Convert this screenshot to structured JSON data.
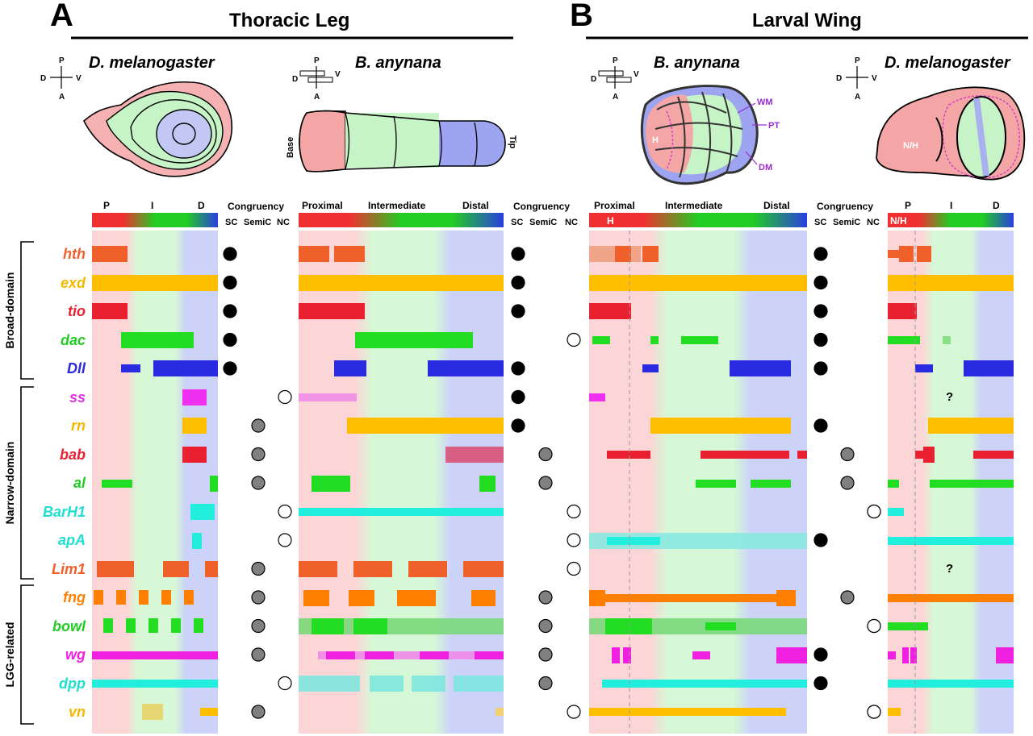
{
  "panels": {
    "A": {
      "letter": "A",
      "title": "Thoracic Leg"
    },
    "B": {
      "letter": "B",
      "title": "Larval Wing"
    }
  },
  "species": {
    "dmel": "D. melanogaster",
    "bany": "B. anynana"
  },
  "orientation": {
    "p": "P",
    "a": "A",
    "d": "D",
    "v": "V"
  },
  "leg_labels": {
    "base": "Base",
    "tip": "Tip"
  },
  "wing_labels": {
    "wm": "WM",
    "pt": "PT",
    "dm": "DM",
    "h": "H",
    "nh": "N/H"
  },
  "headers": {
    "short": {
      "p": "P",
      "i": "I",
      "d": "D"
    },
    "long": {
      "proximal": "Proximal",
      "intermediate": "Intermediate",
      "distal": "Distal"
    },
    "wing_h": "H",
    "wing_nh": "N/H"
  },
  "congruency": {
    "title": "Congruency",
    "sc": "SC",
    "semic": "SemiC",
    "nc": "NC"
  },
  "groups": [
    "Broad-domain",
    "Narrow-domain",
    "LGG-related"
  ],
  "question_mark": "?",
  "colors": {
    "proximal": "#f03030",
    "intermediate": "#22cc22",
    "distal": "#2a3ee0",
    "hth": "#f0602a",
    "exd": "#ffbf00",
    "tio": "#e82030",
    "dac": "#22dd22",
    "Dll": "#2a2ae0",
    "ss": "#f030f0",
    "rn": "#ffbf00",
    "bab": "#e82030",
    "al": "#22dd22",
    "BarH1": "#22eedd",
    "apA": "#22eedd",
    "Lim1": "#f0602a",
    "fng": "#ff8000",
    "bowl": "#22dd22",
    "wg": "#f020e0",
    "dpp": "#22eedd",
    "vn": "#ffbf00"
  },
  "genes": [
    {
      "name": "hth",
      "group": "Broad-domain",
      "congruency": {
        "leg_dmel": "SC",
        "leg_bany": "SC",
        "wing_bany": "SC",
        "wing_dmel": "SC"
      }
    },
    {
      "name": "exd",
      "group": "Broad-domain",
      "congruency": {
        "leg_dmel": "SC",
        "leg_bany": "SC",
        "wing_bany": "SC",
        "wing_dmel": "SC"
      }
    },
    {
      "name": "tio",
      "group": "Broad-domain",
      "congruency": {
        "leg_dmel": "SC",
        "leg_bany": "SC",
        "wing_bany": "SC",
        "wing_dmel": "SC"
      }
    },
    {
      "name": "dac",
      "group": "Broad-domain",
      "congruency": {
        "leg_dmel": "SC",
        "leg_bany": "NC",
        "wing_bany": "SC",
        "wing_dmel": ""
      }
    },
    {
      "name": "Dll",
      "group": "Broad-domain",
      "congruency": {
        "leg_dmel": "SC",
        "leg_bany": "SC",
        "wing_bany": "SC",
        "wing_dmel": ""
      }
    },
    {
      "name": "ss",
      "group": "Narrow-domain",
      "congruency": {
        "leg_dmel": "NC",
        "leg_bany": "SC",
        "wing_bany": "",
        "wing_dmel": ""
      }
    },
    {
      "name": "rn",
      "group": "Narrow-domain",
      "congruency": {
        "leg_dmel": "SemiC",
        "leg_bany": "SC",
        "wing_bany": "SC",
        "wing_dmel": ""
      }
    },
    {
      "name": "bab",
      "group": "Narrow-domain",
      "congruency": {
        "leg_dmel": "SemiC",
        "leg_bany": "SemiC",
        "wing_bany": "SemiC",
        "wing_dmel": ""
      }
    },
    {
      "name": "al",
      "group": "Narrow-domain",
      "congruency": {
        "leg_dmel": "SemiC",
        "leg_bany": "SemiC",
        "wing_bany": "SemiC",
        "wing_dmel": ""
      }
    },
    {
      "name": "BarH1",
      "group": "Narrow-domain",
      "congruency": {
        "leg_dmel": "NC",
        "leg_bany": "NC",
        "wing_bany": "NC",
        "wing_dmel": ""
      }
    },
    {
      "name": "apA",
      "group": "Narrow-domain",
      "congruency": {
        "leg_dmel": "NC",
        "leg_bany": "NC",
        "wing_bany": "SC",
        "wing_dmel": ""
      }
    },
    {
      "name": "Lim1",
      "group": "Narrow-domain",
      "congruency": {
        "leg_dmel": "SemiC",
        "leg_bany": "NC",
        "wing_bany": "",
        "wing_dmel": ""
      }
    },
    {
      "name": "fng",
      "group": "LGG-related",
      "congruency": {
        "leg_dmel": "SemiC",
        "leg_bany": "SemiC",
        "wing_bany": "SemiC",
        "wing_dmel": ""
      }
    },
    {
      "name": "bowl",
      "group": "LGG-related",
      "congruency": {
        "leg_dmel": "SemiC",
        "leg_bany": "SemiC",
        "wing_bany": "NC",
        "wing_dmel": ""
      }
    },
    {
      "name": "wg",
      "group": "LGG-related",
      "congruency": {
        "leg_dmel": "SemiC",
        "leg_bany": "SemiC",
        "wing_bany": "SC",
        "wing_dmel": ""
      }
    },
    {
      "name": "dpp",
      "group": "LGG-related",
      "congruency": {
        "leg_dmel": "NC",
        "leg_bany": "SemiC",
        "wing_bany": "SC",
        "wing_dmel": ""
      }
    },
    {
      "name": "vn",
      "group": "LGG-related",
      "congruency": {
        "leg_dmel": "SemiC",
        "leg_bany": "NC",
        "wing_bany": "NC",
        "wing_dmel": ""
      }
    }
  ]
}
